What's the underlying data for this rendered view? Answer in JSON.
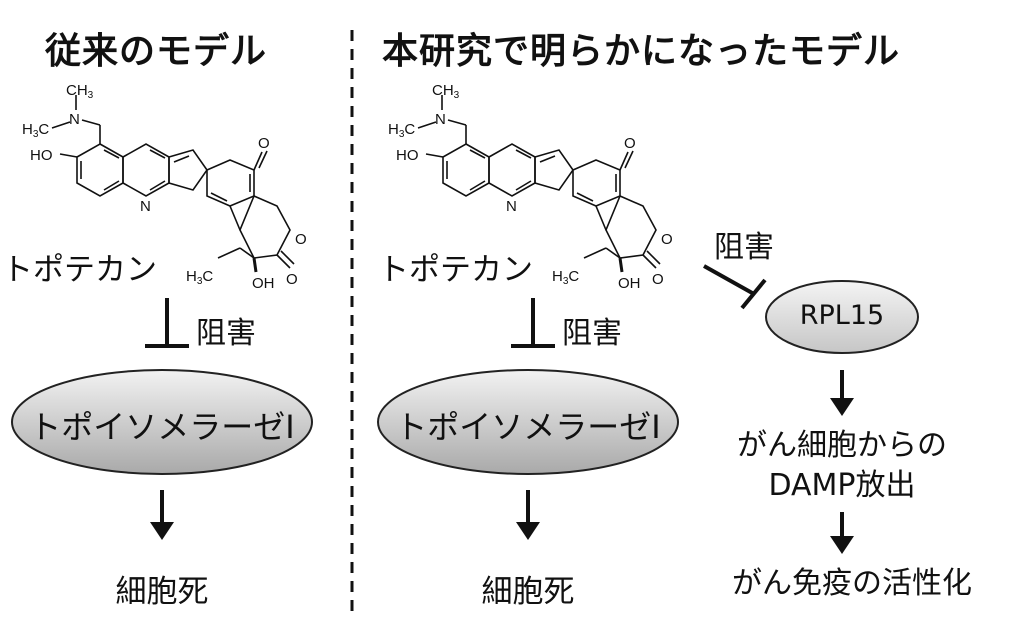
{
  "left_panel": {
    "title": "従来のモデル",
    "drug_label": "トポテカン",
    "inhibit_label": "阻害",
    "target_label": "トポイソメラーゼⅠ",
    "outcome_label": "細胞死"
  },
  "right_panel": {
    "title": "本研究で明らかになったモデル",
    "drug_label": "トポテカン",
    "inhibit_label_top1": "阻害",
    "inhibit_label_top2": "阻害",
    "target_label": "トポイソメラーゼⅠ",
    "outcome_label": "細胞死",
    "rpl_label": "RPL15",
    "damp_line1": "がん細胞からの",
    "damp_line2": "DAMP放出",
    "immunity_label": "がん免疫の活性化"
  },
  "structure_atoms": {
    "ch3": "CH",
    "ch3_sub": "3",
    "n": "N",
    "h3c": "H",
    "h3c_sub": "3",
    "h3c_c": "C",
    "ho": "HO",
    "o": "O",
    "oh": "OH"
  },
  "colors": {
    "ellipse_fill_light": "#f2f2f2",
    "ellipse_fill_dark": "#a9a9a9",
    "divider": "#111111"
  }
}
